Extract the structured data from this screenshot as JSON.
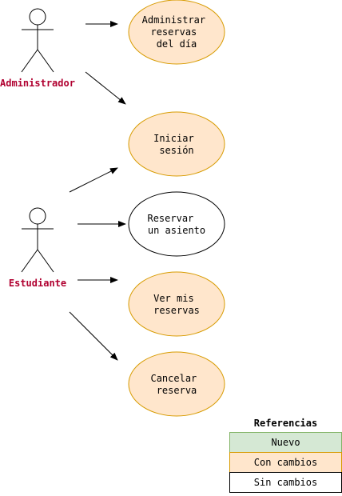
{
  "actors": [
    {
      "id": "admin",
      "label": "Administrador"
    },
    {
      "id": "student",
      "label": "Estudiante"
    }
  ],
  "use_cases": [
    {
      "id": "uc1",
      "lines": [
        "Administrar",
        "reservas",
        "del día"
      ],
      "status": "changed"
    },
    {
      "id": "uc2",
      "lines": [
        "Iniciar",
        "sesión"
      ],
      "status": "changed"
    },
    {
      "id": "uc3",
      "lines": [
        "Reservar",
        "un asiento"
      ],
      "status": "unchanged"
    },
    {
      "id": "uc4",
      "lines": [
        "Ver mis",
        "reservas"
      ],
      "status": "changed"
    },
    {
      "id": "uc5",
      "lines": [
        "Cancelar",
        "reserva"
      ],
      "status": "changed"
    }
  ],
  "legend": {
    "title": "Referencias",
    "items": [
      {
        "label": "Nuevo",
        "status": "new",
        "color": "#d5e8d4",
        "border": "#82b366"
      },
      {
        "label": "Con cambios",
        "status": "changed",
        "color": "#ffe6cc",
        "border": "#d79b00"
      },
      {
        "label": "Sin cambios",
        "status": "unchanged",
        "color": "#ffffff",
        "border": "#000000"
      }
    ]
  },
  "colors": {
    "actor_label": "#b00030",
    "changed_fill": "#ffe6cc",
    "changed_stroke": "#d79b00",
    "unchanged_fill": "#ffffff",
    "unchanged_stroke": "#000000"
  }
}
